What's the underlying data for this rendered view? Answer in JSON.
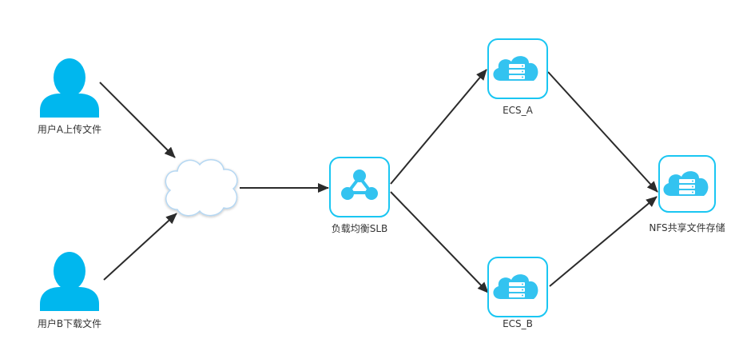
{
  "colors": {
    "accent": "#00b7ee",
    "icon_fill": "#33c3f0",
    "box_border": "#1ac6f2",
    "arrow": "#2b2b2b",
    "cloud_stroke": "#b5d7f2",
    "text": "#333333"
  },
  "nodes": {
    "user_a": {
      "label": "用户A上传文件",
      "icon": "user-icon"
    },
    "user_b": {
      "label": "用户B下载文件",
      "icon": "user-icon"
    },
    "internet": {
      "label": "",
      "icon": "cloud-icon"
    },
    "slb": {
      "label": "负载均衡SLB",
      "icon": "load-balancer-icon"
    },
    "ecs_a": {
      "label": "ECS_A",
      "icon": "cloud-server-icon"
    },
    "ecs_b": {
      "label": "ECS_B",
      "icon": "cloud-server-icon"
    },
    "nfs": {
      "label": "NFS共享文件存储",
      "icon": "cloud-storage-icon"
    }
  },
  "edges": [
    {
      "from": "user_a",
      "to": "internet"
    },
    {
      "from": "user_b",
      "to": "internet"
    },
    {
      "from": "internet",
      "to": "slb"
    },
    {
      "from": "slb",
      "to": "ecs_a"
    },
    {
      "from": "slb",
      "to": "ecs_b"
    },
    {
      "from": "ecs_a",
      "to": "nfs"
    },
    {
      "from": "ecs_b",
      "to": "nfs"
    }
  ]
}
